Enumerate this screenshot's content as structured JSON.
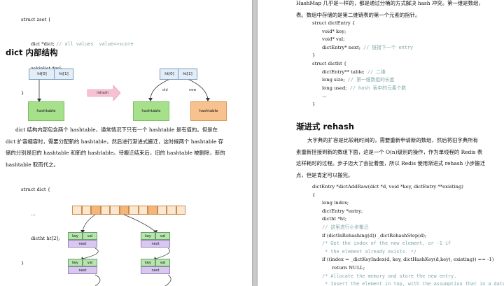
{
  "left": {
    "code_top": [
      "struct zset {",
      "dict *dict;",
      "// all values  value=>score",
      "zskiplist *zsl;",
      "}"
    ],
    "heading_dict": "dict 内部结构",
    "diagram1": {
      "ht0": "ht[0]",
      "ht1": "ht[1]",
      "hashtable": "hashtable",
      "rehash": "rehash",
      "old": "old",
      "new": "new"
    },
    "paragraph_dict": [
      "dict 结构内部包含两个 hashtable，通常情况下只有一个 hashtable 是有值的。但是在",
      "dict 扩容缩容时，需要分配新的 hashtable，然后进行渐进式搬迁，这时候两个 hashtable 存",
      "储的分别是旧的 hashtable 和新的 hashtable。待搬迁结束后，旧的 hashtable 被删除，新的",
      "hashtable 取而代之。"
    ],
    "code_dict": [
      "struct dict {",
      "...",
      "dictht ht[2];",
      "}"
    ],
    "diagram2": {
      "key": "key",
      "val": "val",
      "next": "next"
    }
  },
  "right": {
    "top_lines": [
      "HashMap 几乎是一样的，都是通过分桶的方式解决 hash 冲突。第一维是数组，",
      "表。数组中存储的是第二维链表的第一个元素的指针。"
    ],
    "code_dictentry": [
      {
        "t": "struct dictEntry {",
        "i": 0
      },
      {
        "t": "void* key;",
        "i": 1
      },
      {
        "t": "void* val;",
        "i": 1
      },
      {
        "t": "dictEntry* next;",
        "c": "// 链接下一个 entry",
        "i": 1
      },
      {
        "t": "}",
        "i": 0
      },
      {
        "t": "struct dictht {",
        "i": 0
      },
      {
        "t": "dictEntry** table;",
        "c": "// 二维",
        "i": 1
      },
      {
        "t": "long size;",
        "c": "// 第一维数组的长度",
        "i": 1
      },
      {
        "t": "long used;",
        "c": "// hash 表中的元素个数",
        "i": 1
      },
      {
        "t": "...",
        "i": 1
      },
      {
        "t": "}",
        "i": 0
      }
    ],
    "heading_rehash": "渐进式 rehash",
    "paragraph_rehash": [
      "大字典的扩容是比较耗时间的，需要重新申请新的数组，然后将旧字典所有",
      "素重新挂接到新的数组下面，这是一个 O(n)级别的操作，作为单线程的 Redis 表",
      "这样耗时的过程。步子迈大了会扯着蛋，所以 Redis 使用渐进式 rehash 小步搬迁",
      "点，但是肯定可以搬完。"
    ],
    "code_add": [
      {
        "t": "dictEntry *dictAddRaw(dict *d, void *key, dictEntry **existing)",
        "i": 0
      },
      {
        "t": "{",
        "i": 0
      },
      {
        "t": "long index;",
        "i": 1
      },
      {
        "t": "dictEntry *entry;",
        "i": 1
      },
      {
        "t": "dictht *ht;",
        "i": 1
      },
      {
        "t": "",
        "c": "// 这里进行小步搬迁",
        "i": 1
      },
      {
        "t": "if (dictIsRehashing(d)) _dictRehashStep(d);",
        "i": 1
      },
      {
        "t": "",
        "c": "/* Get the index of the new element, or -1 if",
        "i": 1
      },
      {
        "t": "",
        "c": " * the element already exists. */",
        "i": 1
      },
      {
        "t": "if ((index = _dictKeyIndex(d, key, dictHashKey(d,key), existing)) == -1)",
        "i": 1
      },
      {
        "t": "return NULL;",
        "i": 2
      },
      {
        "t": "",
        "c": "/* Allocate the memory and store the new entry.",
        "i": 1
      },
      {
        "t": "",
        "c": " * Insert the element in top, with the assumption that in a database",
        "i": 1
      }
    ]
  }
}
